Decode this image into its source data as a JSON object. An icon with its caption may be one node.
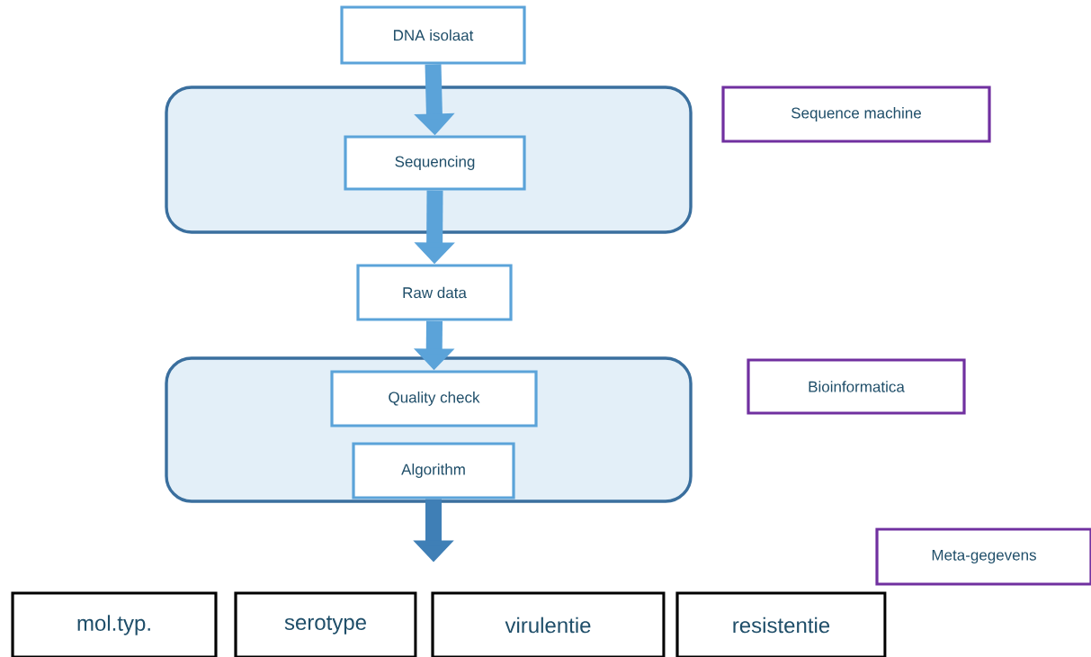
{
  "diagram": {
    "nodes": [
      {
        "text": [
          "DNA isolaat"
        ]
      },
      {
        "text": [],
        "shape": "box"
      },
      {
        "text": [
          "Sequencing"
        ],
        "in": 1
      },
      {
        "text": [
          "Sequence machine"
        ]
      },
      {
        "text": [
          "Raw data"
        ]
      },
      {
        "text": [],
        "shape": "box"
      },
      {
        "text": [
          "Quality check"
        ],
        "in": 5
      },
      {
        "text": [
          "Algorithm"
        ],
        "in": 5
      },
      {
        "text": [
          "Bioinformatica"
        ]
      },
      {
        "text": [
          "Meta-gegevens"
        ]
      },
      {
        "text": [
          "mol.typ."
        ]
      },
      {
        "text": [
          "serotype"
        ]
      },
      {
        "text": [
          "virulentie"
        ]
      },
      {
        "text": [
          "resistentie"
        ]
      }
    ],
    "edges": [
      {
        "from": 0,
        "to": 2,
        "arrow": "to"
      },
      {
        "from": 2,
        "to": 4,
        "arrow": "to"
      },
      {
        "from": 4,
        "to": 6,
        "arrow": "to"
      },
      {
        "from": 7,
        "to": null,
        "arrow": "to",
        "color": "#3f7fb6"
      }
    ]
  }
}
